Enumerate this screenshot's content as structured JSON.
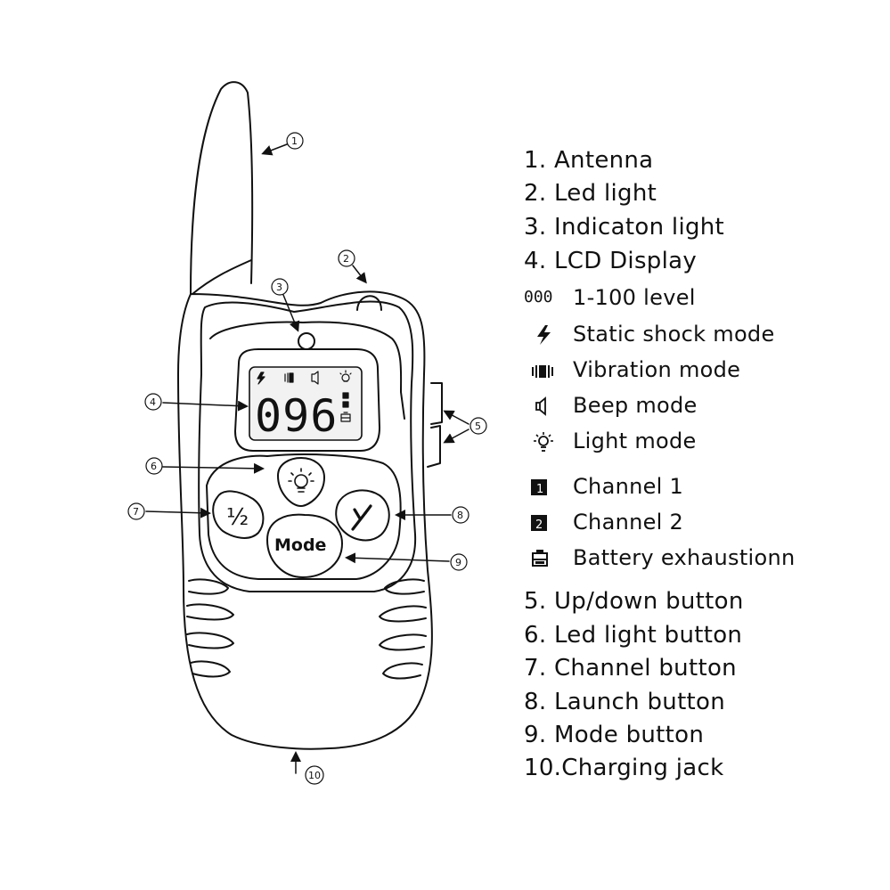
{
  "callouts": {
    "n1": "1",
    "n2": "2",
    "n3": "3",
    "n4": "4",
    "n5": "5",
    "n6": "6",
    "n7": "7",
    "n8": "8",
    "n9": "9",
    "n10": "10"
  },
  "lcd": {
    "digits": "096"
  },
  "buttons": {
    "channel": "½",
    "mode": "Mode",
    "launch": "Y"
  },
  "legend": {
    "item1": "1. Antenna",
    "item2": "2. Led light",
    "item3": "3. Indicaton light",
    "item4": "4. LCD Display",
    "level_icon": "000",
    "level": "1-100 level",
    "static_shock": "Static shock mode",
    "vibration": "Vibration mode",
    "beep": "Beep mode",
    "light": "Light mode",
    "channel1": "Channel 1",
    "channel2": "Channel 2",
    "battery": "Battery exhaustionn",
    "item5": "5. Up/down button",
    "item6": "6. Led light button",
    "item7": "7. Channel button",
    "item8": "8. Launch button",
    "item9": "9. Mode button",
    "item10": "10.Charging jack"
  },
  "icons": {
    "static_shock": "lightning-icon",
    "vibration": "vibration-icon",
    "beep": "speaker-icon",
    "light": "bulb-icon",
    "channel1": "channel-1-icon",
    "channel2": "channel-2-icon",
    "battery": "battery-icon"
  },
  "colors": {
    "ink": "#111111",
    "background": "#ffffff",
    "lcd": "#f2f2f2"
  }
}
